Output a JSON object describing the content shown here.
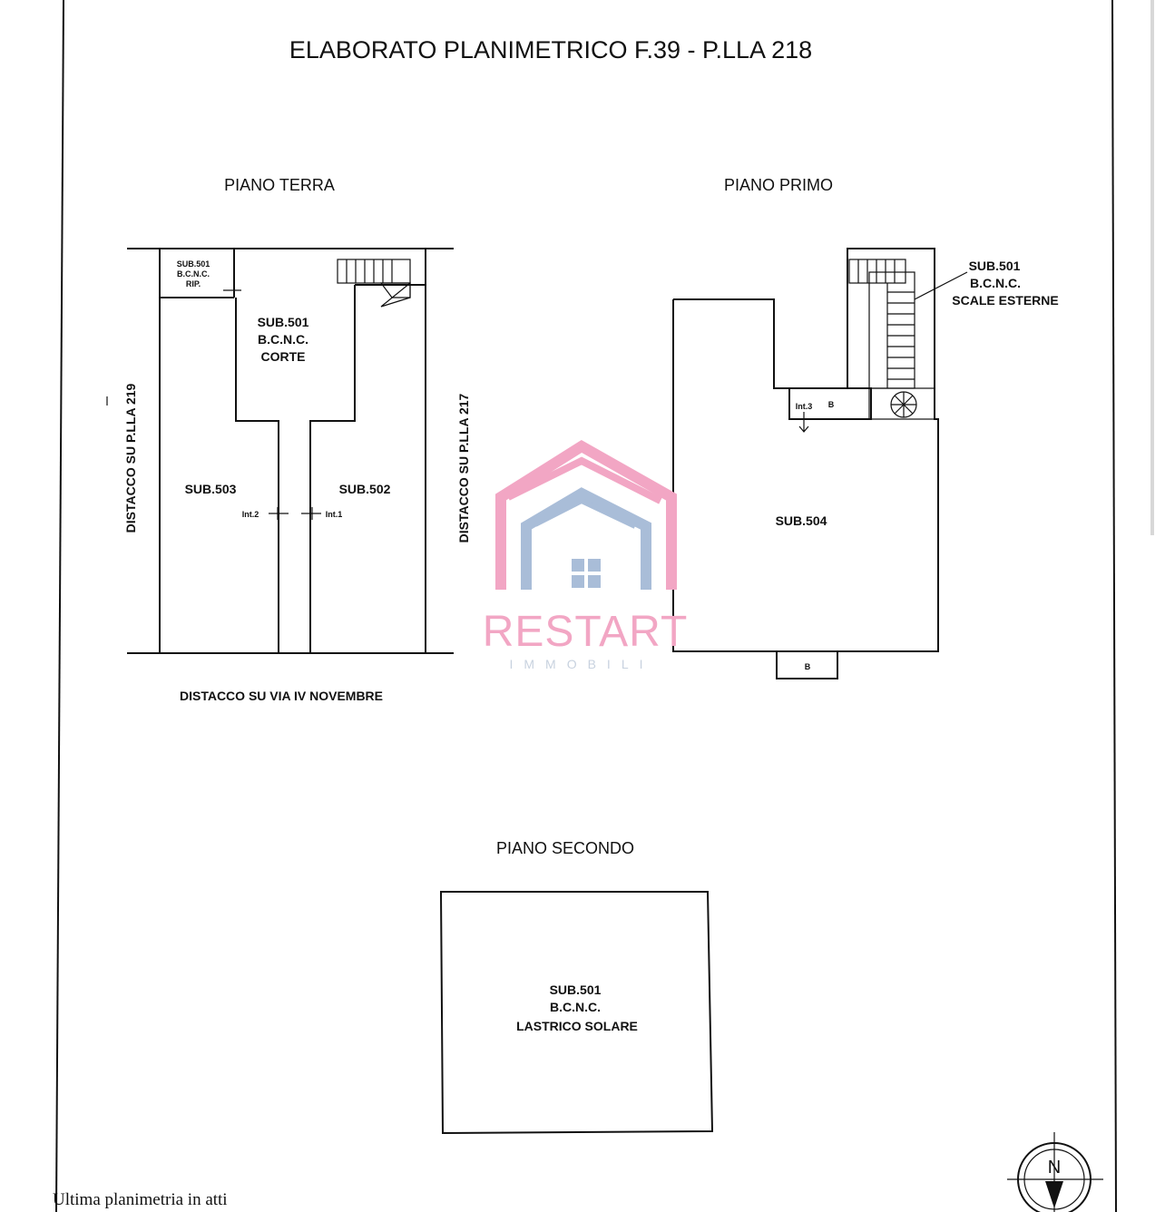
{
  "title": "ELABORATO PLANIMETRICO F.39 - P.LLA 218",
  "piano_terra": {
    "heading": "PIANO TERRA",
    "sub501_small": [
      "SUB.501",
      "B.C.N.C.",
      "RIP."
    ],
    "sub501_corte": [
      "SUB.501",
      "B.C.N.C.",
      "CORTE"
    ],
    "sub503": "SUB.503",
    "sub502": "SUB.502",
    "int2": "Int.2",
    "int1": "Int.1",
    "distacco_left": "DISTACCO SU P.LLA 219",
    "distacco_right": "DISTACCO SU P.LLA 217",
    "distacco_bottom": "DISTACCO SU VIA IV NOVEMBRE"
  },
  "piano_primo": {
    "heading": "PIANO PRIMO",
    "scale": [
      "SUB.501",
      "B.C.N.C.",
      "SCALE ESTERNE"
    ],
    "int3": "Int.3",
    "b_top": "B",
    "sub504": "SUB.504",
    "b_bottom": "B"
  },
  "piano_secondo": {
    "heading": "PIANO SECONDO",
    "lastrico": [
      "SUB.501",
      "B.C.N.C.",
      "LASTRICO SOLARE"
    ]
  },
  "watermark": {
    "brand": "RESTART",
    "tagline": "IMMOBILI",
    "colors": {
      "pink": "#f2a6c4",
      "blue": "#a9bdd8"
    }
  },
  "footer": "Ultima planimetria in atti",
  "compass": {
    "letter": "N",
    "icon": "north-arrow-icon"
  }
}
